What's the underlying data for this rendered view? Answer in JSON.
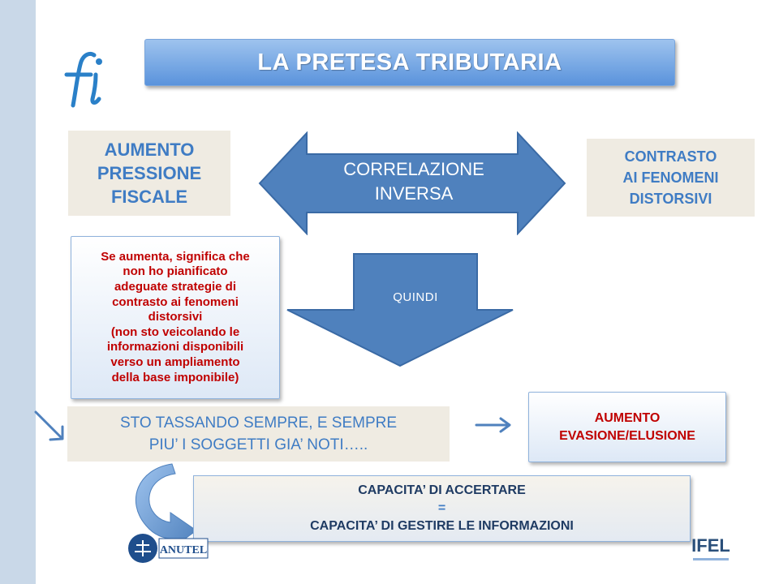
{
  "title": "LA PRETESA TRIBUTARIA",
  "logo_fi": "fi",
  "left_box": {
    "lines": [
      "AUMENTO",
      "PRESSIONE",
      "FISCALE"
    ]
  },
  "right_box": {
    "lines": [
      "CONTRASTO",
      "AI FENOMENI",
      "DISTORSIVI"
    ]
  },
  "center_arrow": {
    "lines": [
      "CORRELAZIONE",
      "INVERSA"
    ]
  },
  "down_arrow": {
    "label": "QUINDI"
  },
  "explanation": {
    "lines": [
      "Se aumenta, significa che",
      "non ho pianificato",
      "adeguate strategie di",
      "contrasto ai fenomeni",
      "distorsivi",
      "(non sto veicolando le",
      "informazioni disponibili",
      "verso un ampliamento",
      "della base imponibile)"
    ]
  },
  "tassando": {
    "lines": [
      "STO TASSANDO SEMPRE, E SEMPRE",
      "PIU’ I SOGGETTI GIA’ NOTI….."
    ]
  },
  "evasione": {
    "lines": [
      "AUMENTO",
      "EVASIONE/ELUSIONE"
    ]
  },
  "capacita": {
    "lines": [
      "CAPACITA’ DI ACCERTARE",
      "=",
      "CAPACITA’ DI GESTIRE LE INFORMAZIONI"
    ]
  },
  "footer_logos": {
    "anutel": "ANUTEL",
    "ifel": "IFEL"
  },
  "colors": {
    "accent_blue": "#4f81bd",
    "text_blue": "#3f7cc4",
    "red": "#c00000",
    "beige": "#efebe2",
    "band": "#c9d8e8"
  }
}
